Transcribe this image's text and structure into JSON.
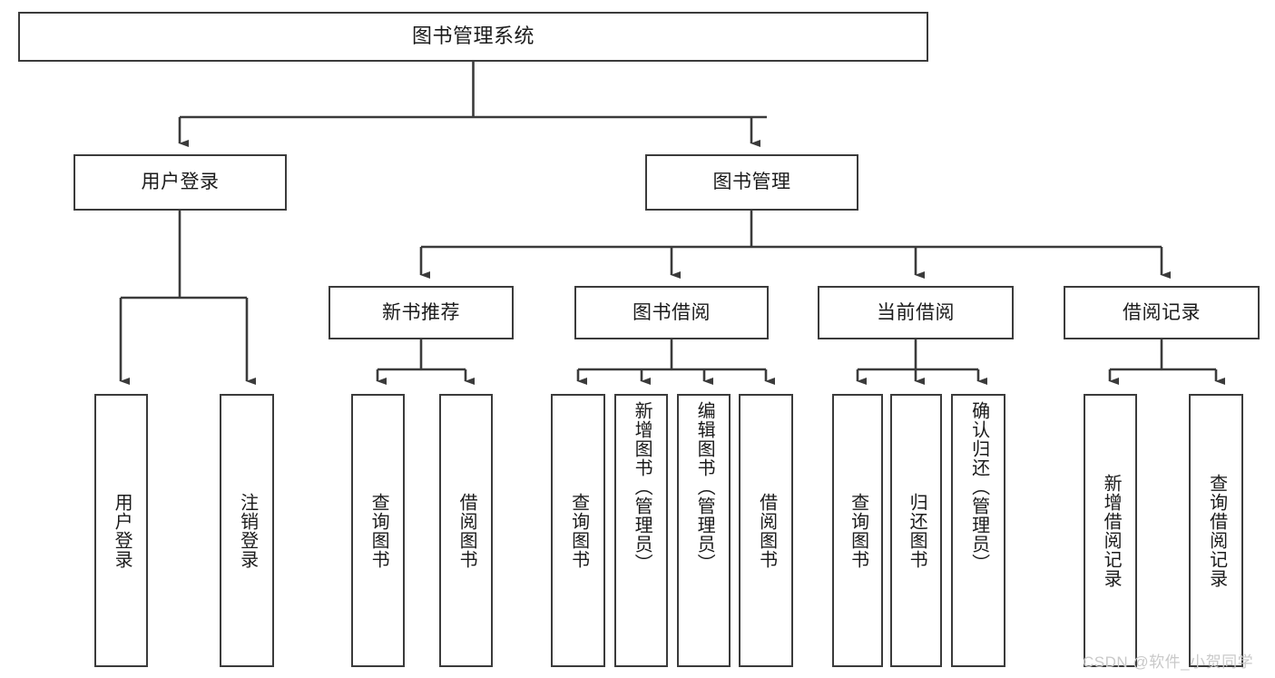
{
  "diagram": {
    "type": "tree",
    "title": "图书管理系统",
    "root": {
      "label": "图书管理系统"
    },
    "level2": [
      {
        "label": "用户登录"
      },
      {
        "label": "图书管理"
      }
    ],
    "level3": [
      {
        "label": "新书推荐"
      },
      {
        "label": "图书借阅"
      },
      {
        "label": "当前借阅"
      },
      {
        "label": "借阅记录"
      }
    ],
    "leaves": {
      "user_login": [
        {
          "label": "用户登录"
        },
        {
          "label": "注销登录"
        }
      ],
      "new_book_recommend": [
        {
          "label": "查询图书"
        },
        {
          "label": "借阅图书"
        }
      ],
      "book_borrow": [
        {
          "label": "查询图书"
        },
        {
          "label": "新增图书（管理员）"
        },
        {
          "label": "编辑图书（管理员）"
        },
        {
          "label": "借阅图书"
        }
      ],
      "current_borrow": [
        {
          "label": "查询图书"
        },
        {
          "label": "归还图书"
        },
        {
          "label": "确认归还（管理员）"
        }
      ],
      "borrow_record": [
        {
          "label": "新增借阅记录"
        },
        {
          "label": "查询借阅记录"
        }
      ]
    }
  },
  "watermark": {
    "text": "CSDN @软件_小贺同学"
  },
  "colors": {
    "stroke": "#3b3b3b",
    "background": "#ffffff",
    "text": "#1b1b1b",
    "watermark": "#c9c9c9"
  }
}
